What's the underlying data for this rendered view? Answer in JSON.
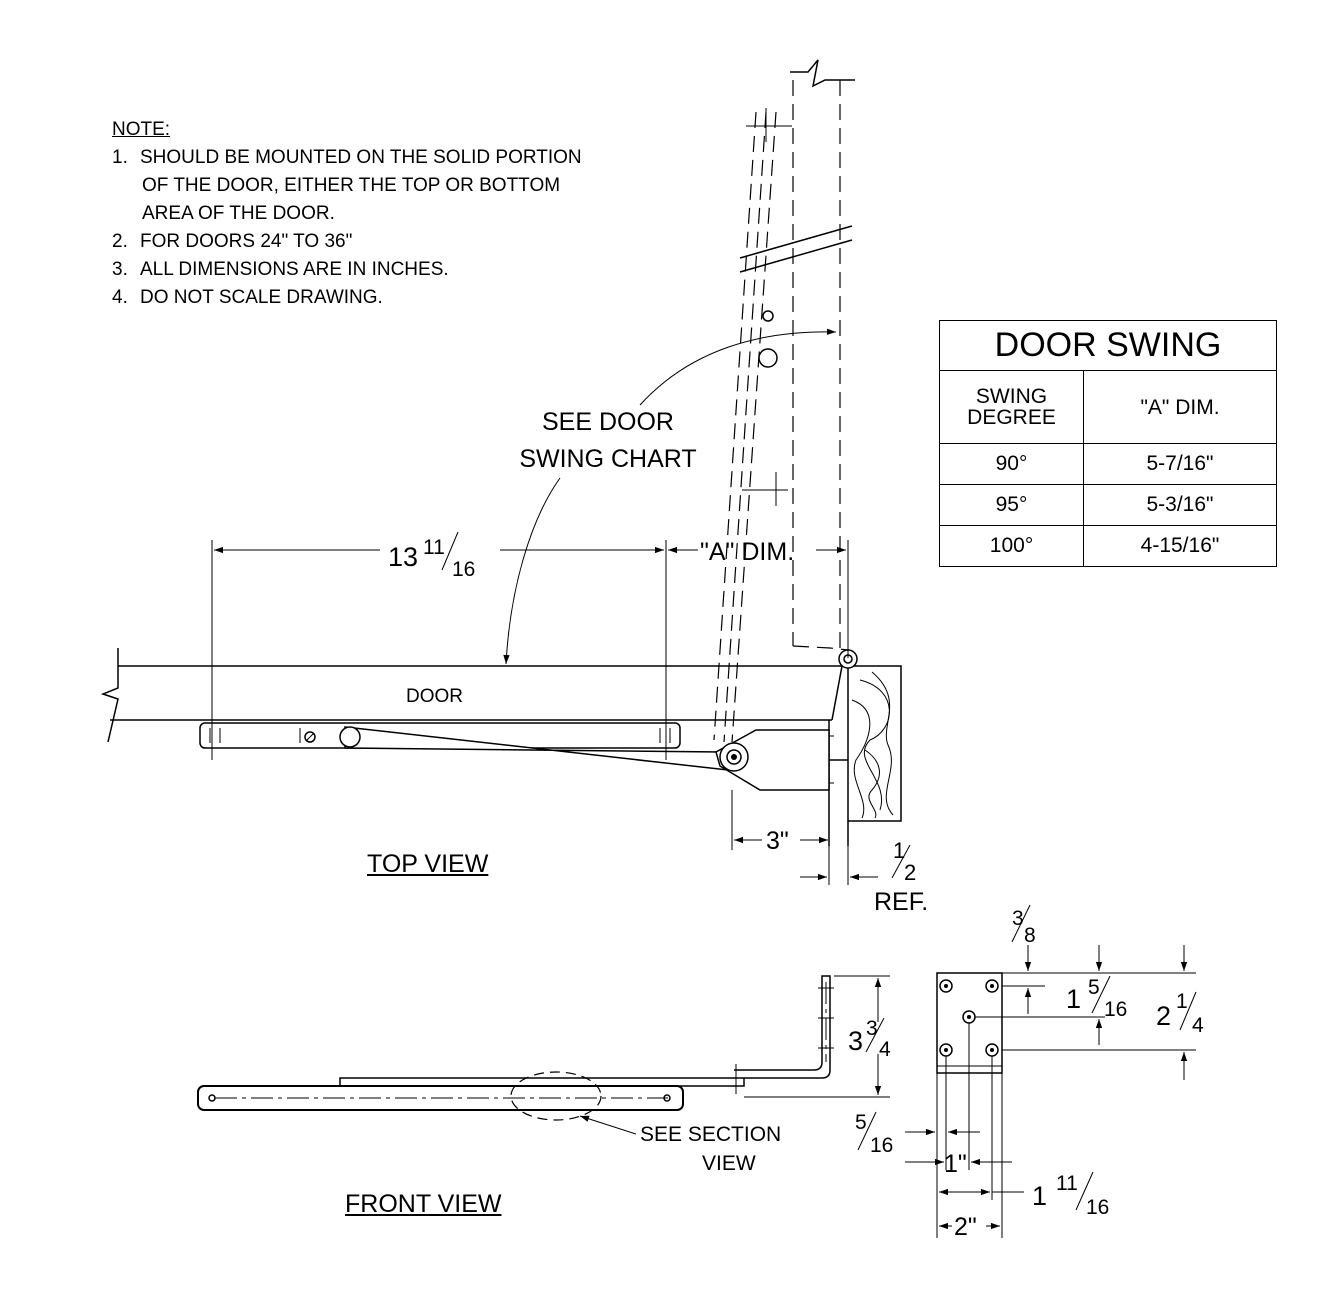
{
  "notes": {
    "heading": "NOTE:",
    "items": [
      {
        "num": "1.",
        "lines": [
          "SHOULD BE MOUNTED ON THE SOLID PORTION",
          "OF THE DOOR, EITHER THE TOP OR BOTTOM",
          "AREA OF THE DOOR."
        ]
      },
      {
        "num": "2.",
        "lines": [
          "FOR DOORS 24\" TO 36\""
        ]
      },
      {
        "num": "3.",
        "lines": [
          "ALL DIMENSIONS ARE IN INCHES."
        ]
      },
      {
        "num": "4.",
        "lines": [
          "DO NOT SCALE DRAWING."
        ]
      }
    ]
  },
  "door_swing_table": {
    "title": "DOOR SWING",
    "col1_header": [
      "SWING",
      "DEGREE"
    ],
    "col2_header": "\"A\" DIM.",
    "rows": [
      {
        "degree": "90°",
        "a_dim": "5-7/16\""
      },
      {
        "degree": "95°",
        "a_dim": "5-3/16\""
      },
      {
        "degree": "100°",
        "a_dim": "4-15/16\""
      }
    ]
  },
  "top_view": {
    "title": "TOP VIEW",
    "callout": [
      "SEE DOOR",
      "SWING CHART"
    ],
    "door_label": "DOOR",
    "dim_length_whole": "13",
    "dim_length_num": "11",
    "dim_length_den": "16",
    "dim_a": "\"A\" DIM.",
    "dim_3": "3\"",
    "dim_half_num": "1",
    "dim_half_den": "2",
    "dim_ref": "REF."
  },
  "front_view": {
    "title": "FRONT VIEW",
    "callout": [
      "SEE SECTION",
      "VIEW"
    ],
    "dim_height_whole": "3",
    "dim_height_num": "3",
    "dim_height_den": "4"
  },
  "bracket_view": {
    "dim_3_8_num": "3",
    "dim_3_8_den": "8",
    "dim_1_5_16_whole": "1",
    "dim_1_5_16_num": "5",
    "dim_1_5_16_den": "16",
    "dim_2_1_4_whole": "2",
    "dim_2_1_4_num": "1",
    "dim_2_1_4_den": "4",
    "dim_5_16_num": "5",
    "dim_5_16_den": "16",
    "dim_1": "1\"",
    "dim_1_11_16_whole": "1",
    "dim_1_11_16_num": "11",
    "dim_1_11_16_den": "16",
    "dim_2": "2\""
  }
}
